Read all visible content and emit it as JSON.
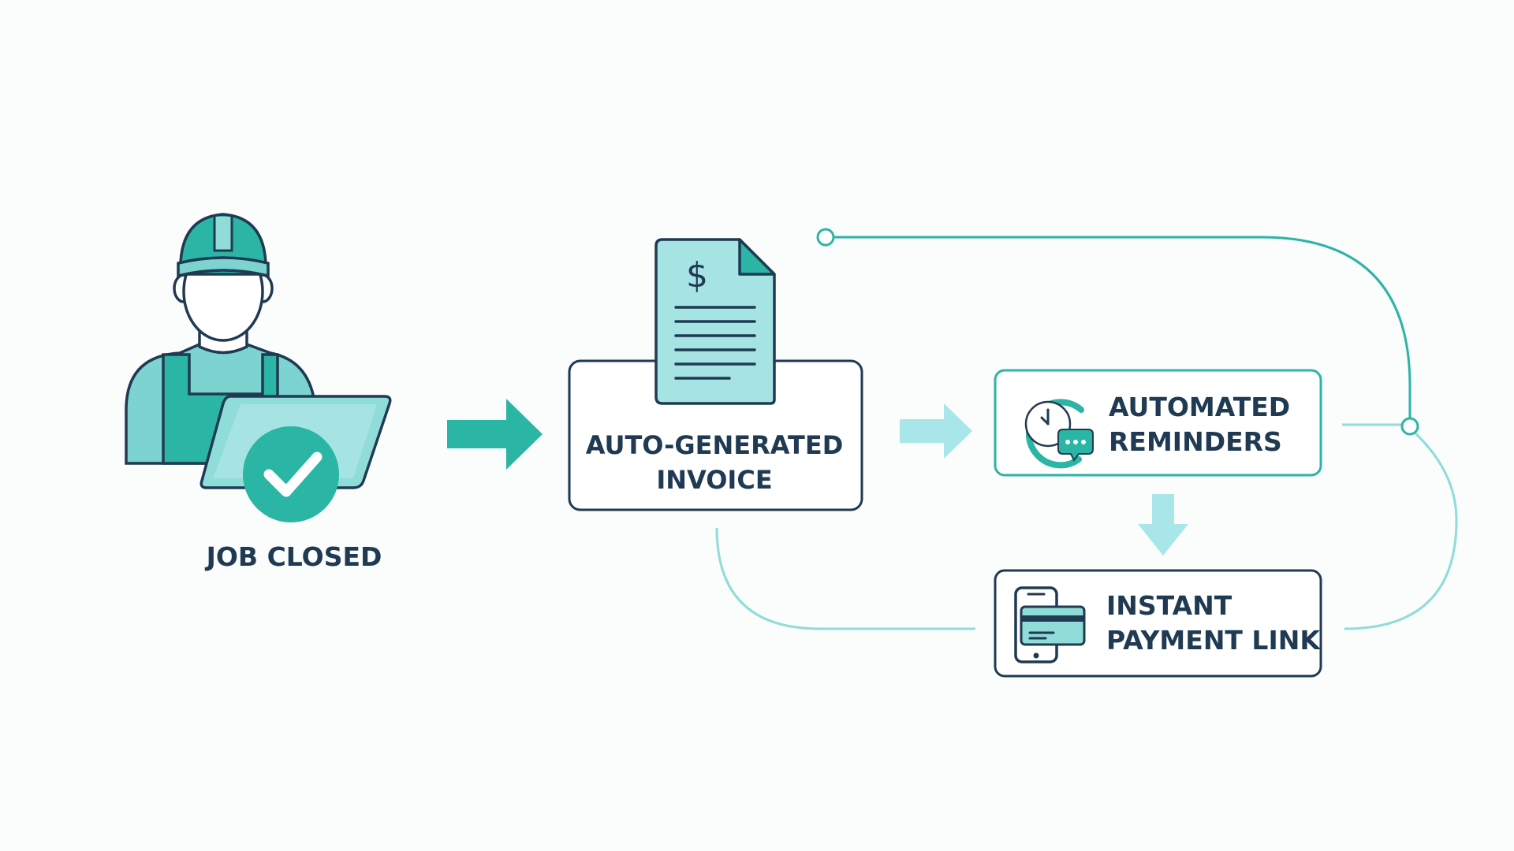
{
  "steps": {
    "job_closed": {
      "label": "JOB CLOSED",
      "icon": "technician-laptop-check-icon"
    },
    "invoice": {
      "line1": "AUTO-GENERATED",
      "line2": "INVOICE",
      "icon": "invoice-document-icon",
      "symbol": "$"
    },
    "reminders": {
      "line1": "AUTOMATED",
      "line2": "REMINDERS",
      "icon": "clock-chat-icon"
    },
    "payment": {
      "line1": "INSTANT",
      "line2": "PAYMENT LINK",
      "icon": "phone-card-icon"
    }
  },
  "colors": {
    "teal": "#2bb5a5",
    "teal_light": "#8fdcd8",
    "teal_pale": "#b7e9ea",
    "navy": "#1f3a52",
    "background": "#fbfcfc"
  }
}
